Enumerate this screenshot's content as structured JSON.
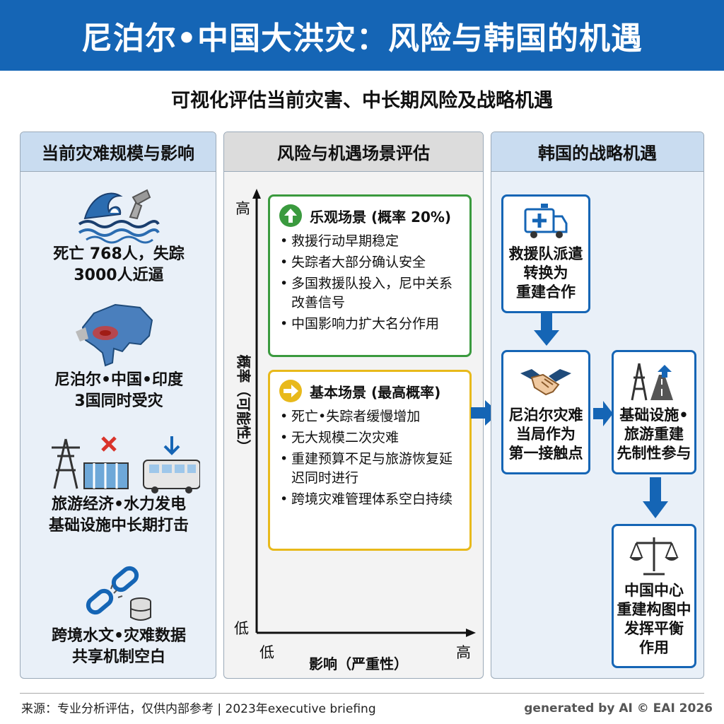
{
  "header": {
    "title": "尼泊尔•中国大洪灾：风险与韩国的机遇",
    "subtitle": "可视化评估当前灾害、中长期风险及战略机遇"
  },
  "left": {
    "heading": "当前灾难规模与影响",
    "items": [
      {
        "icon": "flood-wave-icon",
        "text": "死亡 768人，失踪\n3000人近逼"
      },
      {
        "icon": "map-icon",
        "text": "尼泊尔•中国•印度\n3国同时受灾"
      },
      {
        "icon": "infrastructure-icon",
        "text": "旅游经济•水力发电\n基础设施中长期打击"
      },
      {
        "icon": "broken-chain-icon",
        "text": "跨境水文•灾难数据\n共享机制空白"
      }
    ]
  },
  "middle": {
    "heading": "风险与机遇场景评估",
    "y_axis": {
      "label": "概率（可能性）",
      "high": "高",
      "low": "低"
    },
    "x_axis": {
      "label": "影响（严重性）",
      "low": "低",
      "high": "高"
    },
    "scenarios": [
      {
        "title": "乐观场景 (概率 20%)",
        "color": "#3a9a3e",
        "icon": "arrow-up-icon",
        "bullets": [
          "救援行动早期稳定",
          "失踪者大部分确认安全",
          "多国救援队投入，尼中关系改善信号",
          "中国影响力扩大名分作用"
        ]
      },
      {
        "title": "基本场景 (最高概率)",
        "color": "#e8b91b",
        "icon": "arrow-right-icon",
        "bullets": [
          "死亡•失踪者缓慢增加",
          "无大规模二次灾难",
          "重建预算不足与旅游恢复延迟同时进行",
          "跨境灾难管理体系空白持续"
        ]
      }
    ]
  },
  "right": {
    "heading": "韩国的战略机遇",
    "boxes": [
      {
        "icon": "ambulance-icon",
        "text": "救援队派遣\n转换为\n重建合作"
      },
      {
        "icon": "handshake-icon",
        "text": "尼泊尔灾难\n当局作为\n第一接触点"
      },
      {
        "icon": "road-tower-icon",
        "text": "基础设施•\n旅游重建\n先制性参与"
      },
      {
        "icon": "scales-icon",
        "text": "中国中心\n重建构图中\n发挥平衡\n作用"
      }
    ]
  },
  "footer": {
    "source": "来源：专业分析评估，仅供内部参考 | 2023年executive briefing",
    "credit": "generated by AI © EAI 2026"
  },
  "colors": {
    "primary": "#1565b5",
    "green": "#3a9a3e",
    "yellow": "#e8b91b",
    "red": "#d9342b"
  }
}
